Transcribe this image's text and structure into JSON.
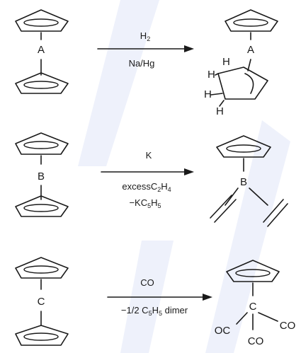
{
  "reactions": [
    {
      "reactant_metal": "A",
      "reagent_top": "H",
      "reagent_top_sub": "2",
      "reagent_bottom": "Na/Hg",
      "product_metal": "A",
      "product_h_labels": [
        "H",
        "H",
        "H",
        "H"
      ]
    },
    {
      "reactant_metal": "B",
      "reagent_top": "K",
      "reagent_mid_prefix": "excessC",
      "reagent_mid_sub1": "2",
      "reagent_mid_mid": "H",
      "reagent_mid_sub2": "4",
      "reagent_bottom_prefix": "−KC",
      "reagent_bottom_sub1": "5",
      "reagent_bottom_mid": "H",
      "reagent_bottom_sub2": "5",
      "product_metal": "B"
    },
    {
      "reactant_metal": "C",
      "reagent_top": "CO",
      "reagent_bottom_prefix": "−1/2 C",
      "reagent_bottom_sub1": "5",
      "reagent_bottom_mid": "H",
      "reagent_bottom_sub2": "5",
      "reagent_bottom_suffix": " dimer",
      "product_metal": "C",
      "product_co_labels": [
        "OC",
        "CO",
        "CO"
      ]
    }
  ]
}
